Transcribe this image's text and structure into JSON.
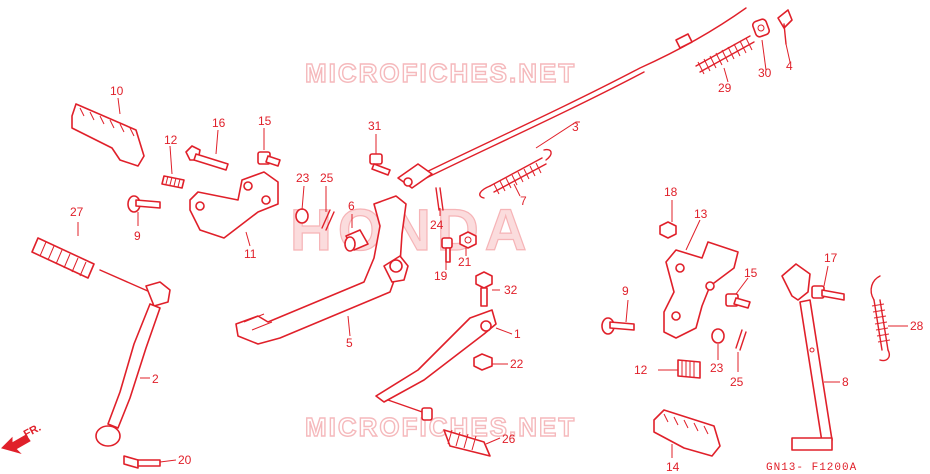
{
  "watermark": {
    "top": "MICROFICHES.NET",
    "bottom": "MICROFICHES.NET",
    "brand": "HONDA"
  },
  "diagram_code": "GN13- F1200A",
  "front_marker": "FR.",
  "part_labels": {
    "p1": "1",
    "p2": "2",
    "p3": "3",
    "p4": "4",
    "p5": "5",
    "p6": "6",
    "p7": "7",
    "p8": "8",
    "p9a": "9",
    "p9b": "9",
    "p10": "10",
    "p11": "11",
    "p12a": "12",
    "p12b": "12",
    "p13": "13",
    "p14": "14",
    "p15a": "15",
    "p15b": "15",
    "p16": "16",
    "p17": "17",
    "p18": "18",
    "p19": "19",
    "p20": "20",
    "p21": "21",
    "p22": "22",
    "p23a": "23",
    "p23b": "23",
    "p24": "24",
    "p25a": "25",
    "p25b": "25",
    "p26": "26",
    "p27": "27",
    "p28": "28",
    "p29": "29",
    "p30": "30",
    "p31": "31",
    "p32": "32"
  }
}
